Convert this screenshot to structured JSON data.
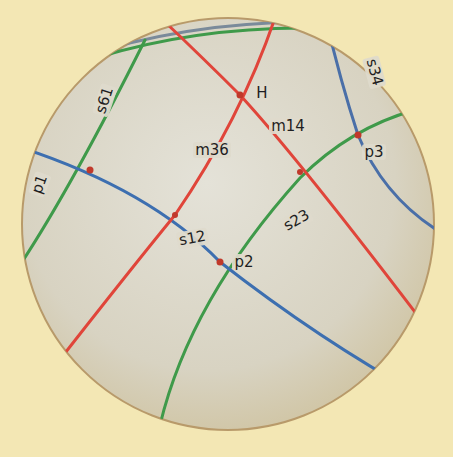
{
  "diagram": {
    "labels": [
      "s61",
      "p1",
      "H",
      "m14",
      "m36",
      "s34",
      "p3",
      "s23",
      "s12",
      "p2"
    ]
  }
}
